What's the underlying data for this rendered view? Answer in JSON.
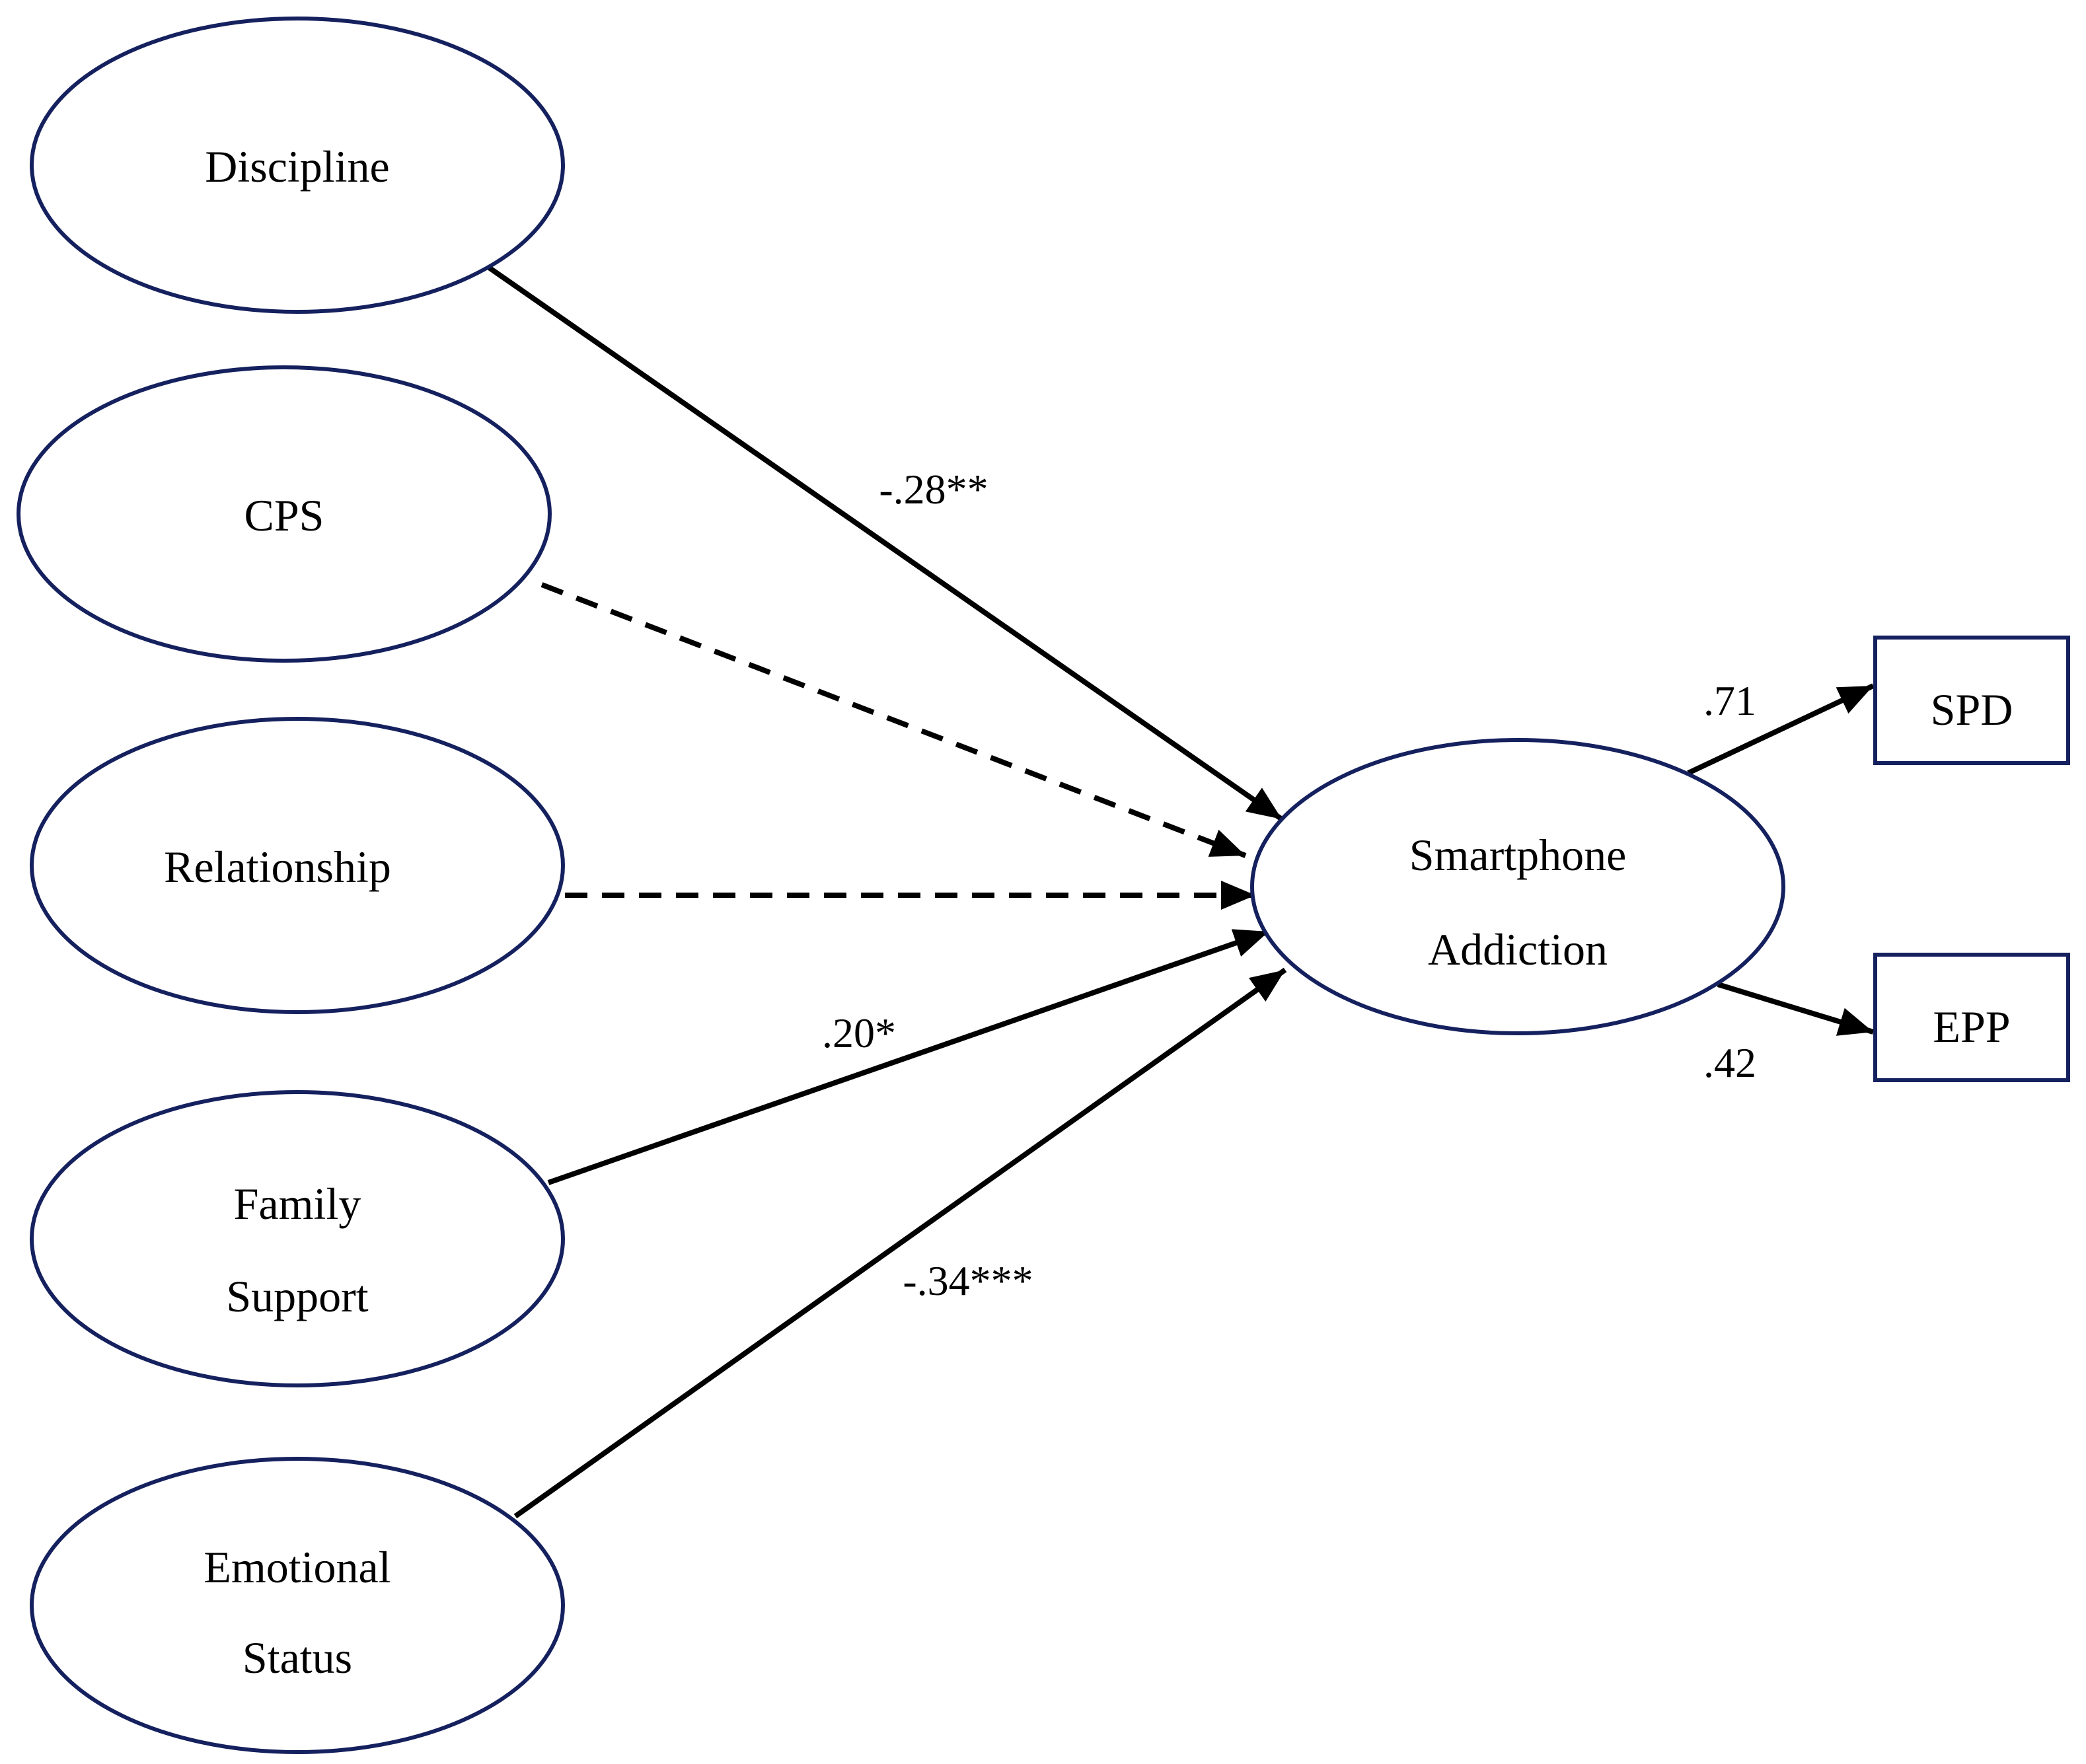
{
  "colors": {
    "node_stroke": "#15215e",
    "arrow": "#000000",
    "background": "#ffffff"
  },
  "nodes": {
    "discipline": {
      "lines": [
        "Discipline"
      ]
    },
    "cps": {
      "lines": [
        "CPS"
      ]
    },
    "relationship": {
      "lines": [
        "Relationship"
      ]
    },
    "family_support": {
      "lines": [
        "Family",
        "Support"
      ]
    },
    "emotional_status": {
      "lines": [
        "Emotional",
        "Status"
      ]
    },
    "smartphone_addiction": {
      "lines": [
        "Smartphone",
        "Addiction"
      ]
    },
    "spd": {
      "lines": [
        "SPD"
      ]
    },
    "epp": {
      "lines": [
        "EPP"
      ]
    }
  },
  "paths": [
    {
      "from": "Discipline",
      "to": "Smartphone Addiction",
      "coefficient": "-.28**",
      "significant": true
    },
    {
      "from": "CPS",
      "to": "Smartphone Addiction",
      "coefficient": "",
      "significant": false
    },
    {
      "from": "Relationship",
      "to": "Smartphone Addiction",
      "coefficient": "",
      "significant": false
    },
    {
      "from": "Family Support",
      "to": "Smartphone Addiction",
      "coefficient": ".20*",
      "significant": true
    },
    {
      "from": "Emotional Status",
      "to": "Smartphone Addiction",
      "coefficient": "-.34***",
      "significant": true
    },
    {
      "from": "Smartphone Addiction",
      "to": "SPD",
      "coefficient": ".71",
      "significant": true
    },
    {
      "from": "Smartphone Addiction",
      "to": "EPP",
      "coefficient": ".42",
      "significant": true
    }
  ]
}
